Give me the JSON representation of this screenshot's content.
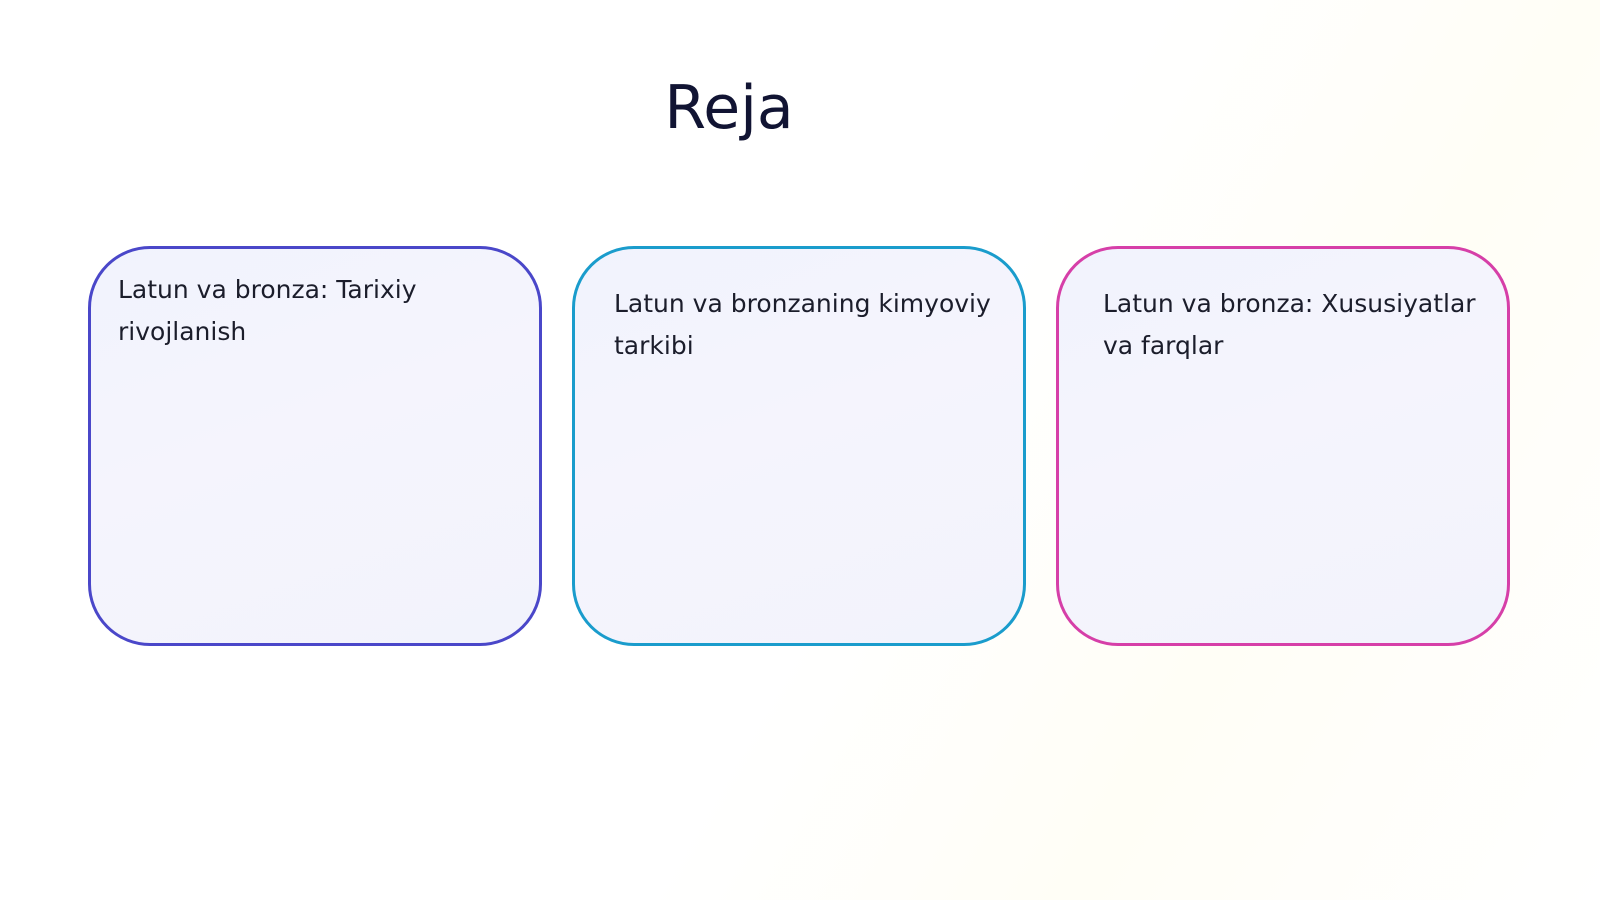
{
  "slide": {
    "title": "Reja",
    "cards": [
      {
        "text": "Latun va bronza: Tarixiy rivojlanish",
        "border_color": "#4a47c9"
      },
      {
        "text": "Latun va bronzaning kimyoviy tarkibi",
        "border_color": "#1a9ccc"
      },
      {
        "text": "Latun va bronza: Xususiyatlar va farqlar",
        "border_color": "#d63fa8"
      }
    ]
  }
}
